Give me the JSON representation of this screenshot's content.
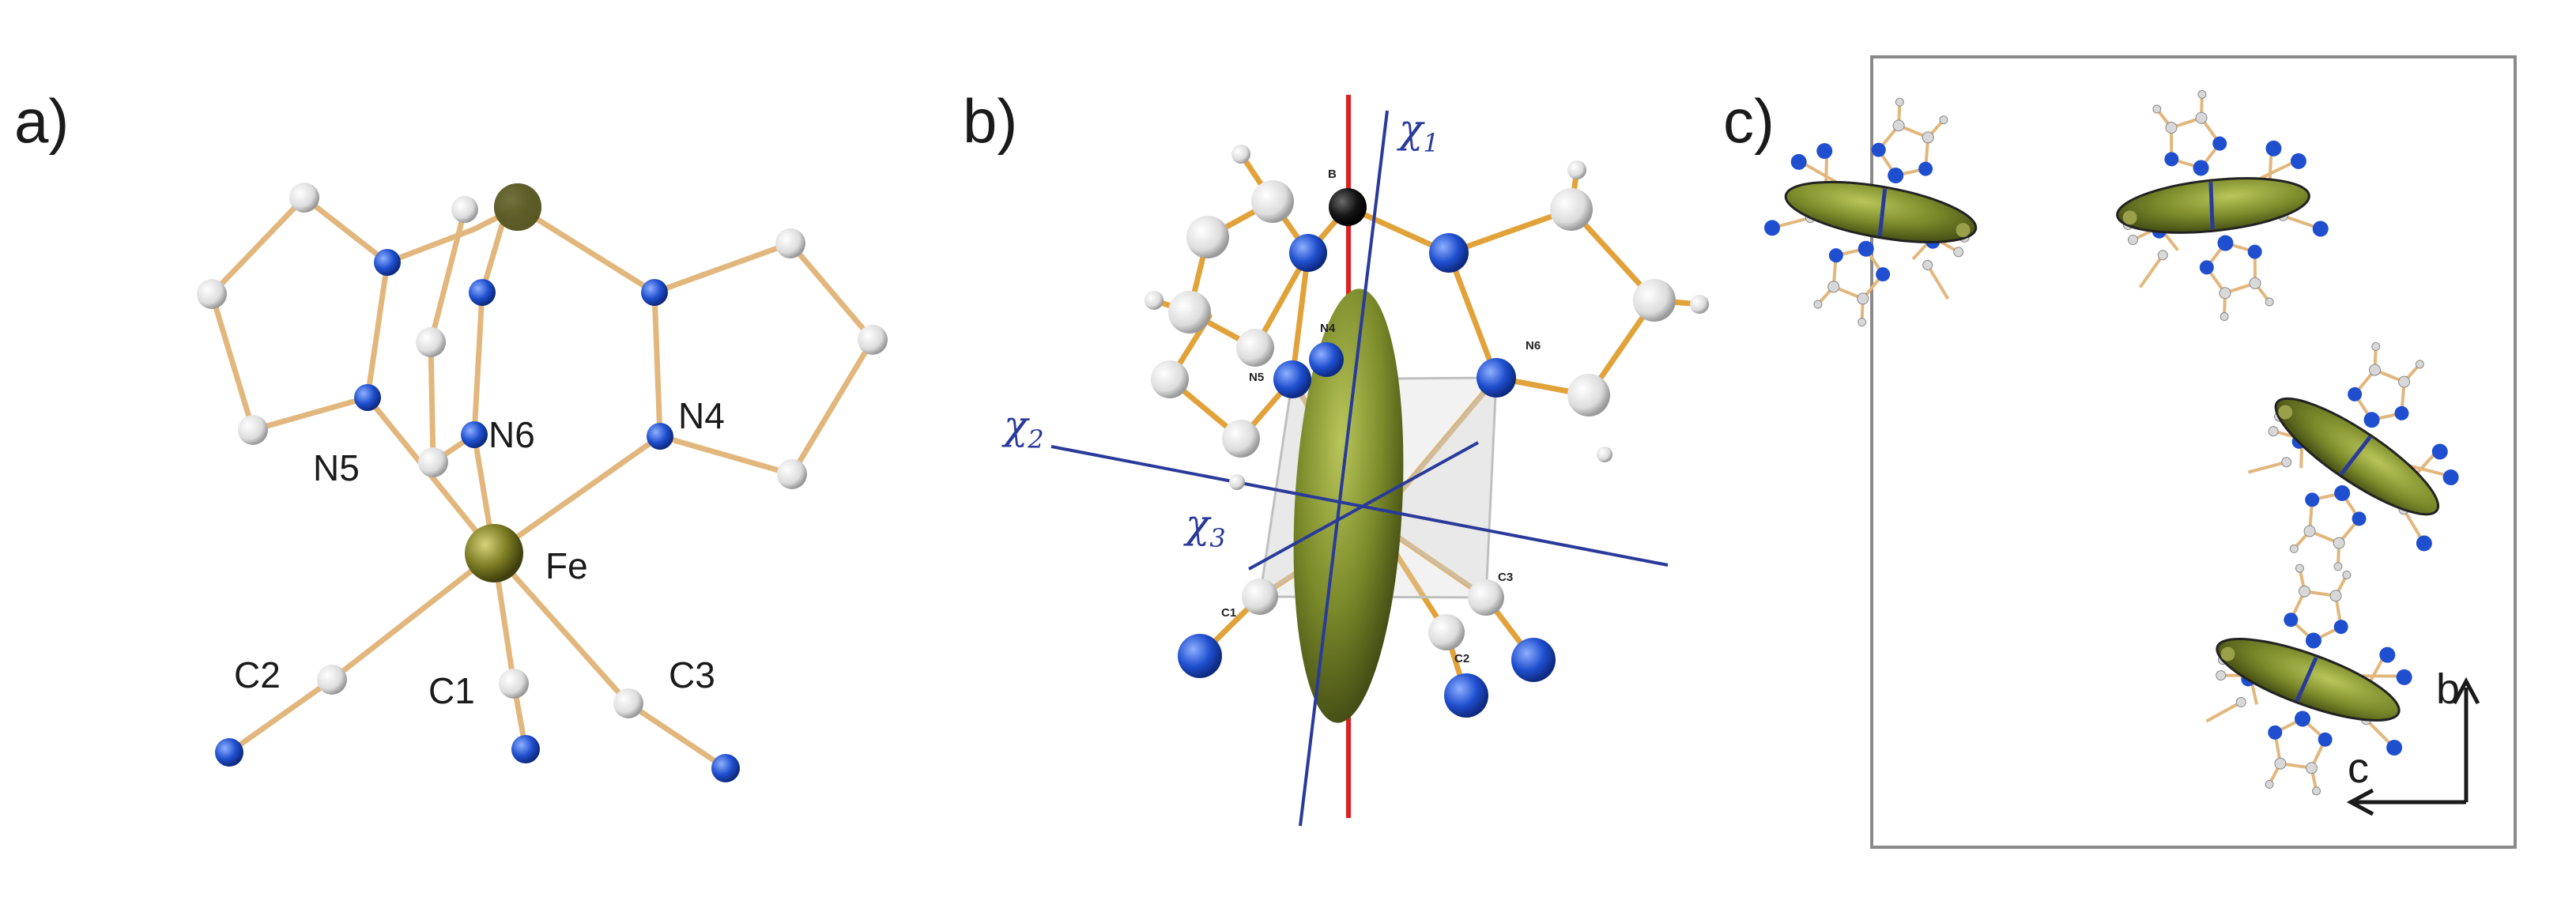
{
  "panels": {
    "a": {
      "label": "a)",
      "atom_labels": {
        "n5": "N5",
        "n6": "N6",
        "n4": "N4",
        "fe": "Fe",
        "c2": "C2",
        "c1": "C1",
        "c3": "C3"
      }
    },
    "b": {
      "label": "b)",
      "axis_labels": {
        "chi1": "χ",
        "chi1_sub": "1",
        "chi2": "χ",
        "chi2_sub": "2",
        "chi3": "χ",
        "chi3_sub": "3"
      },
      "small_labels": {
        "b": "B",
        "n4": "N4",
        "n5": "N5",
        "n6": "N6",
        "c1": "C1",
        "c2": "C2",
        "c3": "C3"
      }
    },
    "c": {
      "label": "c)",
      "axis_labels": {
        "b": "b",
        "c": "c"
      }
    }
  },
  "colors": {
    "bond": "#e2b77d",
    "nitrogen": "#1f4fcf",
    "carbon": "#e8e8e8",
    "iron": "#7a7a22",
    "boron": "#111111",
    "ellipsoid": "#7b8a2a",
    "red_axis": "#e02020",
    "blue_axis": "#2a3a9a",
    "frame": "#8a8a8a"
  }
}
